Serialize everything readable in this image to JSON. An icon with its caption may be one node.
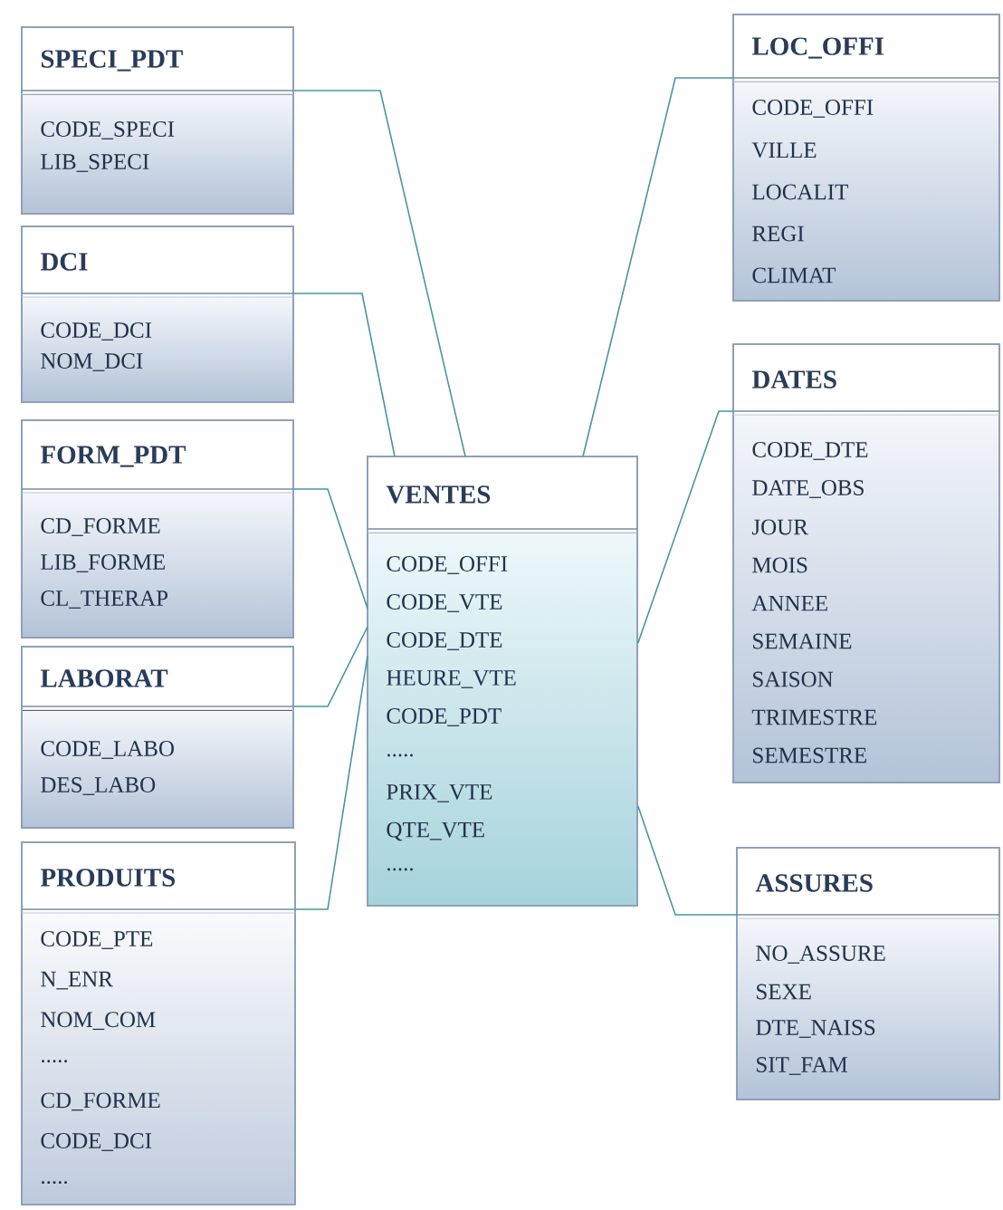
{
  "diagram": {
    "nodes": [
      {
        "text": [
          "SPECI_PDT",
          "CODE_SPECI",
          "LIB_SPECI"
        ]
      },
      {
        "text": [
          "LOC_OFFI",
          "CODE_OFFI",
          "VILLE",
          "LOCALIT",
          "REGI",
          "CLIMAT"
        ]
      },
      {
        "text": [
          "DCI",
          "CODE_DCI",
          "NOM_DCI"
        ]
      },
      {
        "text": [
          "DATES",
          "CODE_DTE",
          "DATE_OBS",
          "JOUR",
          "MOIS",
          "ANNEE",
          "SEMAINE",
          "SAISON",
          "TRIMESTRE",
          "SEMESTRE"
        ]
      },
      {
        "text": [
          "FORM_PDT",
          "CD_FORME",
          "LIB_FORME",
          "CL_THERAP"
        ]
      },
      {
        "text": [
          "VENTES",
          "CODE_OFFI",
          "CODE_VTE",
          "CODE_DTE",
          "HEURE_VTE",
          "CODE_PDT",
          ".....",
          "PRIX_VTE",
          "QTE_VTE",
          "....."
        ]
      },
      {
        "text": [
          "LABORAT",
          "CODE_LABO",
          "DES_LABO"
        ]
      },
      {
        "text": [
          "PRODUITS",
          "CODE_PTE",
          "N_ENR",
          "NOM_COM",
          ".....",
          "CD_FORME",
          "CODE_DCI",
          "....."
        ]
      },
      {
        "text": [
          "ASSURES",
          "NO_ASSURE",
          "SEXE",
          "DTE_NAISS",
          "SIT_FAM"
        ]
      }
    ],
    "edges": [
      {
        "from": 0,
        "to": 5,
        "arrow": "none"
      },
      {
        "from": 1,
        "to": 5,
        "arrow": "none"
      },
      {
        "from": 2,
        "to": 5,
        "arrow": "none"
      },
      {
        "from": 3,
        "to": 5,
        "arrow": "none"
      },
      {
        "from": 4,
        "to": 5,
        "arrow": "none"
      },
      {
        "from": 6,
        "to": 5,
        "arrow": "none"
      },
      {
        "from": 7,
        "to": 5,
        "arrow": "none"
      },
      {
        "from": 8,
        "to": 5,
        "arrow": "none"
      }
    ]
  }
}
